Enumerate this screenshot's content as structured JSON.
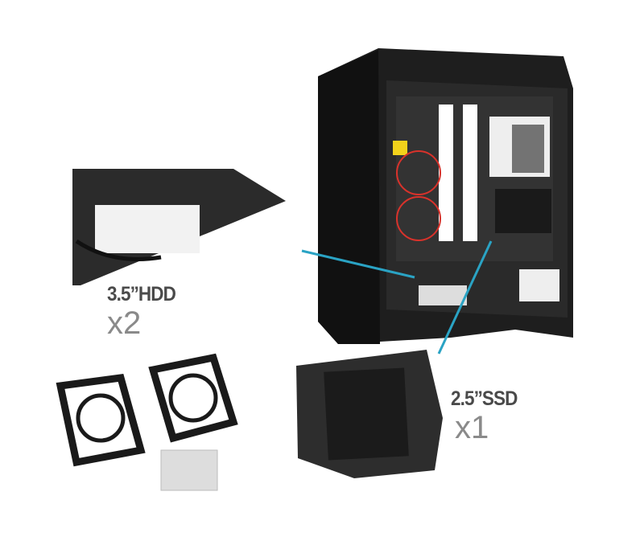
{
  "hdd": {
    "label": "3.5”HDD",
    "qty": "x2"
  },
  "ssd": {
    "label": "2.5”SSD",
    "qty": "x1"
  },
  "colors": {
    "pointer": "#2aa3c4",
    "highlight": "#d9322b",
    "case": "#1c1c1c"
  }
}
